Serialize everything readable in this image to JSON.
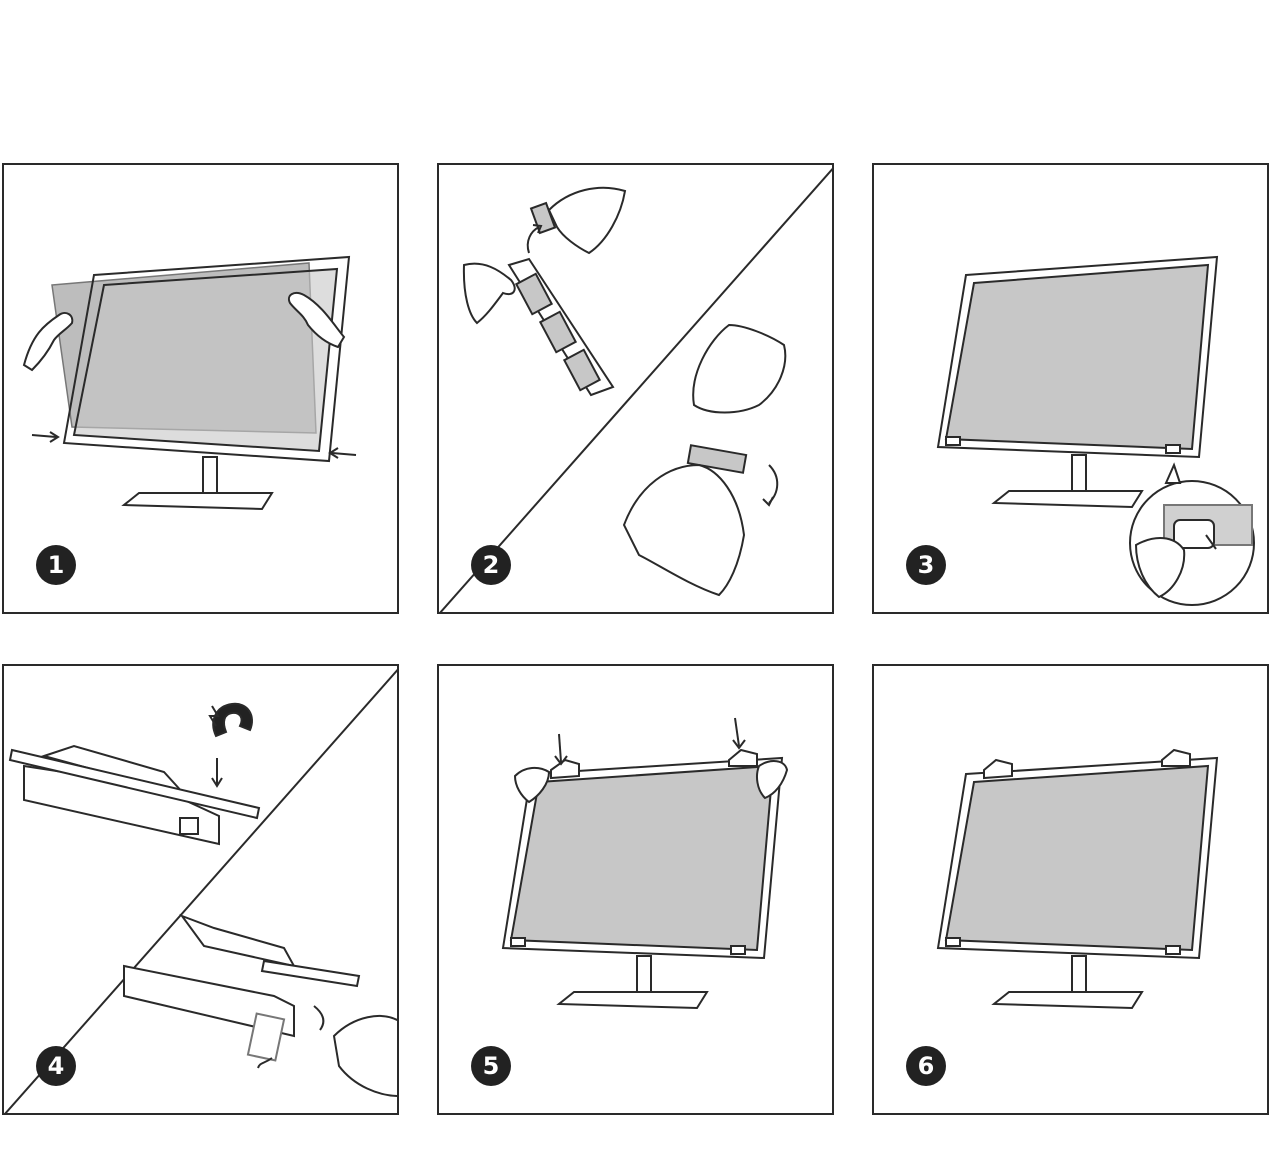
{
  "steps": [
    {
      "number": "1",
      "illustration": "attach-privacy-film-to-monitor"
    },
    {
      "number": "2",
      "illustration": "peel-adhesive-tabs"
    },
    {
      "number": "3",
      "illustration": "stick-bottom-tabs"
    },
    {
      "number": "4",
      "illustration": "magnetic-clip-assembly"
    },
    {
      "number": "5",
      "illustration": "place-top-clips"
    },
    {
      "number": "6",
      "illustration": "finished-monitor"
    }
  ],
  "colors": {
    "line": "#2a2a2a",
    "screen": "#c7c7c7",
    "film": "#bdbdbd",
    "badge": "#222222"
  }
}
